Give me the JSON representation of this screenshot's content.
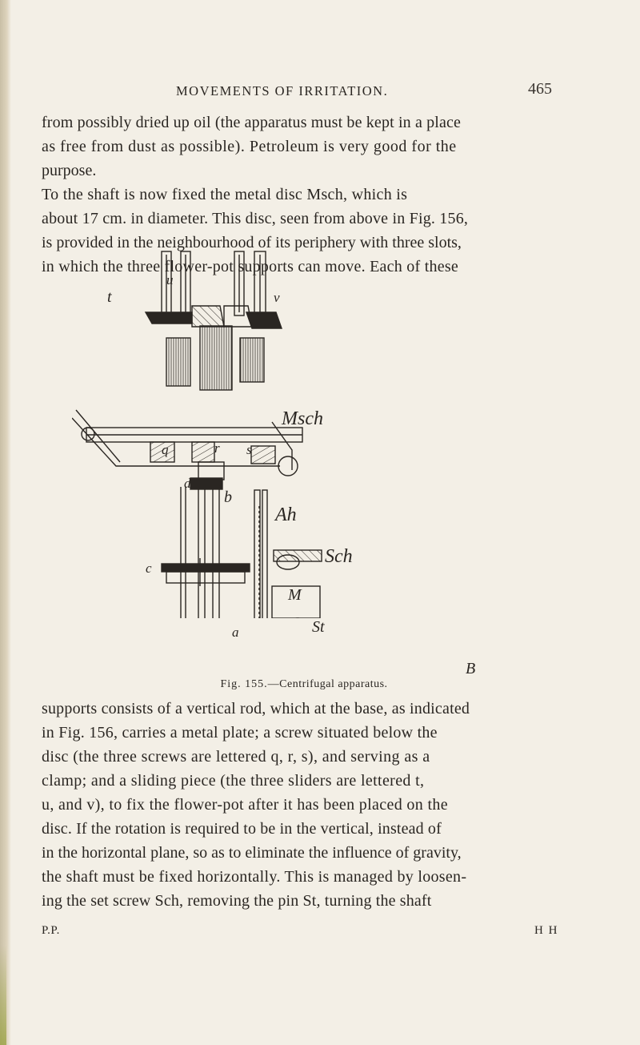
{
  "header": {
    "running_title": "MOVEMENTS OF IRRITATION.",
    "page_number": "465"
  },
  "paragraph_top": {
    "lines": [
      "from possibly dried up oil (the apparatus must be kept in a place",
      "as free from dust as possible). Petroleum is very good for the",
      "purpose.",
      "To the shaft is now fixed the metal disc Msch, which is",
      "about 17 cm. in diameter. This disc, seen from above in Fig. 156,",
      "is provided in the neighbourhood of its periphery with three slots,",
      "in which the three flower-pot supports can move. Each of these"
    ]
  },
  "figure": {
    "labels": {
      "t": "t",
      "u": "u",
      "v": "v",
      "msch": "Msch",
      "q": "q",
      "r": "r",
      "s": "s",
      "d": "d",
      "b": "b",
      "ah": "Ah",
      "c": "c",
      "sch": "Sch",
      "m": "M",
      "st": "St",
      "a": "a",
      "B": "B"
    },
    "caption_prefix": "Fig. 155.",
    "caption_text": "—Centrifugal apparatus."
  },
  "paragraph_bottom": {
    "lines": [
      "supports consists of a vertical rod, which at the base, as indicated",
      "in Fig. 156, carries a metal plate; a screw situated below the",
      "disc (the three screws are lettered q, r, s), and serving as a",
      "clamp; and a sliding piece (the three sliders are lettered t,",
      "u, and v), to fix the flower-pot after it has been placed on the",
      "disc. If the rotation is required to be in the vertical, instead of",
      "in the horizontal plane, so as to eliminate the influence of gravity,",
      "the shaft must be fixed horizontally. This is managed by loosen-",
      "ing the set screw Sch, removing the pin St, turning the shaft"
    ]
  },
  "footer": {
    "signature_left": "P.P.",
    "signature_right": "H H"
  }
}
